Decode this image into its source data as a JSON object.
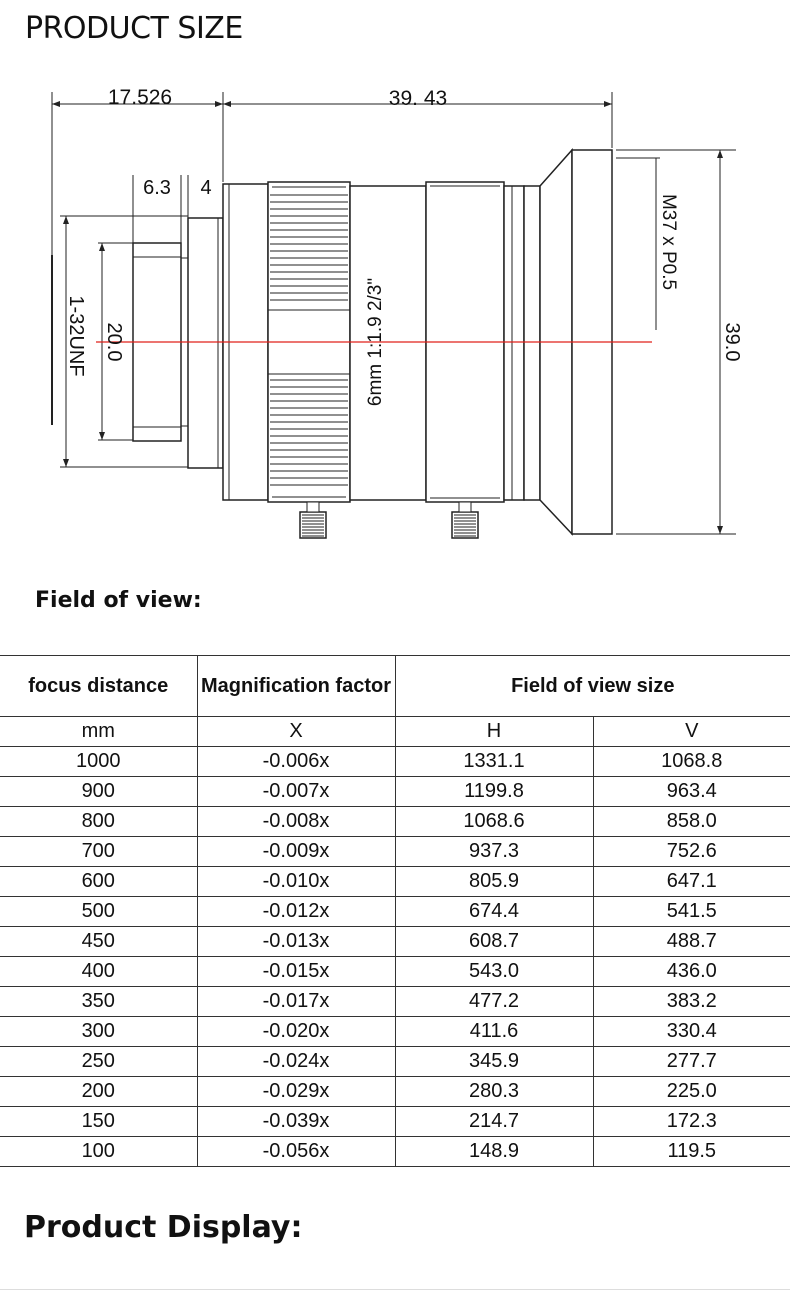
{
  "page": {
    "title": "PRODUCT SIZE",
    "fov_heading": "Field of view:",
    "display_heading": "Product Display:"
  },
  "drawing": {
    "dims": {
      "flange": "17.526",
      "length": "39. 43",
      "d1": "6.3",
      "d2": "4",
      "mount": "1-32UNF",
      "inner": "20.0",
      "filter": "M37 x P0.5",
      "outer": "39.0",
      "lens_label": "6mm  1:1.9  2/3\""
    }
  },
  "table": {
    "headers": [
      "focus distance",
      "Magnification factor",
      "Field of view size"
    ],
    "units": [
      "mm",
      "X",
      "H",
      "V"
    ],
    "rows": [
      [
        "1000",
        "-0.006x",
        "1331.1",
        "1068.8"
      ],
      [
        "900",
        "-0.007x",
        "1199.8",
        "963.4"
      ],
      [
        "800",
        "-0.008x",
        "1068.6",
        "858.0"
      ],
      [
        "700",
        "-0.009x",
        "937.3",
        "752.6"
      ],
      [
        "600",
        "-0.010x",
        "805.9",
        "647.1"
      ],
      [
        "500",
        "-0.012x",
        "674.4",
        "541.5"
      ],
      [
        "450",
        "-0.013x",
        "608.7",
        "488.7"
      ],
      [
        "400",
        "-0.015x",
        "543.0",
        "436.0"
      ],
      [
        "350",
        "-0.017x",
        "477.2",
        "383.2"
      ],
      [
        "300",
        "-0.020x",
        "411.6",
        "330.4"
      ],
      [
        "250",
        "-0.024x",
        "345.9",
        "277.7"
      ],
      [
        "200",
        "-0.029x",
        "280.3",
        "225.0"
      ],
      [
        "150",
        "-0.039x",
        "214.7",
        "172.3"
      ],
      [
        "100",
        "-0.056x",
        "148.9",
        "119.5"
      ]
    ]
  }
}
